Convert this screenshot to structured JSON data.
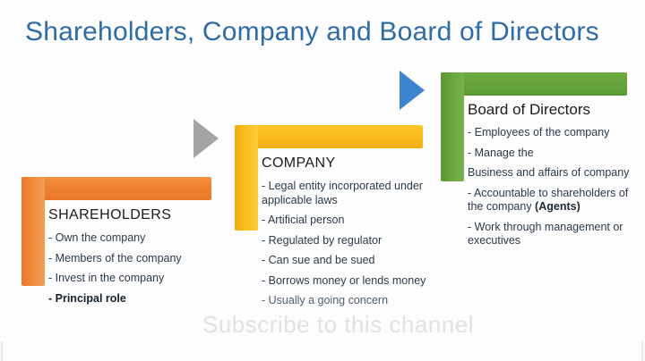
{
  "slide": {
    "title": "Shareholders, Company and Board of Directors",
    "title_color": "#2f6ca5",
    "background": "#fdfdfd",
    "watermark": "Subscribe to this channel"
  },
  "blocks": {
    "shareholders": {
      "heading": "SHAREHOLDERS",
      "color": "#ef8130",
      "lines": [
        "- Own the company",
        "- Members of the company",
        "- Invest in the company",
        "- Principal role"
      ]
    },
    "company": {
      "heading": "COMPANY",
      "color": "#f9bb1b",
      "lines": [
        "- Legal entity incorporated under applicable laws",
        "- Artificial person",
        "- Regulated by regulator",
        "- Can sue and be sued",
        "- Borrows money or lends money",
        "- Usually a going concern"
      ]
    },
    "board": {
      "heading": "Board of Directors",
      "color": "#65a33b",
      "lines": [
        "- Employees of the company",
        "- Manage the",
        "Business and affairs of company",
        "- Accountable to shareholders of the company (Agents)",
        "- Work through management or executives"
      ]
    }
  },
  "arrows": {
    "gray": {
      "name": "arrow-shareholders-to-company",
      "color": "#a5a5a5"
    },
    "blue": {
      "name": "arrow-company-to-board",
      "color": "#3d84cf"
    }
  }
}
